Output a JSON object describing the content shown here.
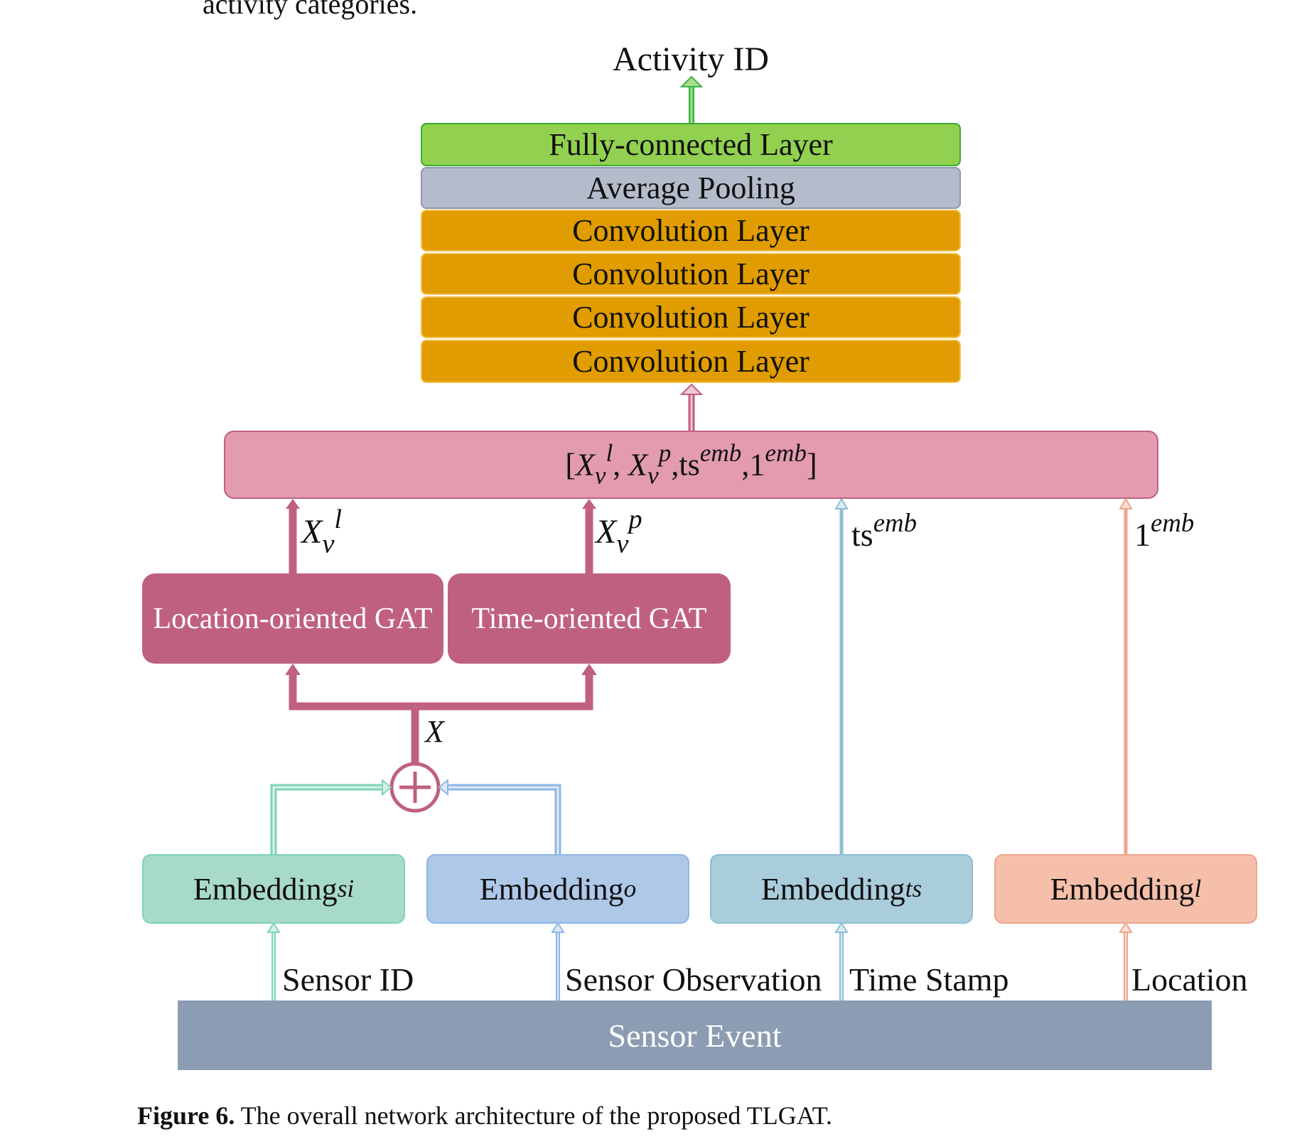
{
  "top_text": "activity categories.",
  "output_label": "Activity ID",
  "layers": {
    "fc": "Fully-connected Layer",
    "pool": "Average Pooling",
    "conv": [
      "Convolution Layer",
      "Convolution Layer",
      "Convolution Layer",
      "Convolution Layer"
    ]
  },
  "concat": {
    "open": "[",
    "x": "X",
    "v": "v",
    "l": "l",
    "p": "p",
    "comma": ",",
    "ts": "ts",
    "one": "1",
    "emb": "emb",
    "close": "]"
  },
  "gat": {
    "location": "Location-oriented GAT",
    "time": "Time-oriented GAT"
  },
  "edge_labels": {
    "xvl_base": "X",
    "xvl_sub": "v",
    "xvl_sup": "l",
    "xvp_base": "X",
    "xvp_sub": "v",
    "xvp_sup": "p",
    "ts_base": "ts",
    "ts_sup": "emb",
    "l_base": "1",
    "l_sup": "emb",
    "x": "X",
    "plus": "+"
  },
  "embeddings": [
    {
      "base": "Embedding",
      "sub": "si"
    },
    {
      "base": "Embedding",
      "sub": "o"
    },
    {
      "base": "Embedding",
      "sub": "ts"
    },
    {
      "base": "Embedding",
      "sub": "l"
    }
  ],
  "inputs": [
    "Sensor ID",
    "Sensor Observation",
    "Time Stamp",
    "Location"
  ],
  "sensor_event": "Sensor Event",
  "caption": {
    "label": "Figure 6.",
    "text": " The overall network architecture of the proposed TLGAT."
  },
  "colors": {
    "fc": "#92d050",
    "pool": "#b4bccb",
    "conv": "#e09c00",
    "concat": "#e39bb0",
    "gat": "#c06080",
    "emb_si": "#a8dac8",
    "emb_o": "#aec8e8",
    "emb_ts": "#a9cddb",
    "emb_l": "#f5bfaa",
    "sensor_event": "#8c9db3"
  }
}
